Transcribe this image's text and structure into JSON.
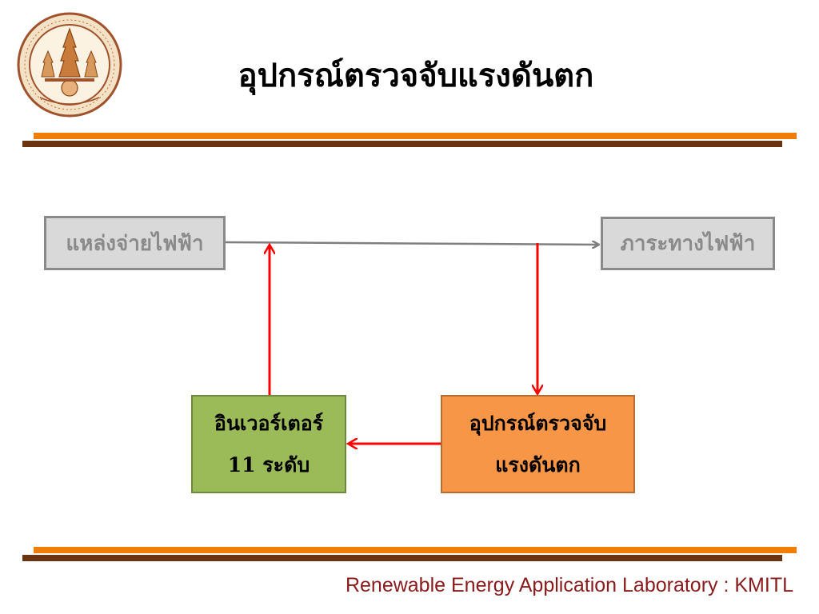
{
  "slide": {
    "title": "อุปกรณ์ตรวจจับแรงดันตก"
  },
  "diagram": {
    "source_label": "แหล่งจ่ายไฟฟ้า",
    "load_label": "ภาระทางไฟฟ้า",
    "inverter_line1": "อินเวอร์เตอร์",
    "inverter_line2": "11 ระดับ",
    "detector_line1": "อุปกรณ์ตรวจจับ",
    "detector_line2": "แรงดันตก"
  },
  "colors": {
    "accent_orange": "#f07e06",
    "accent_brown": "#6b3410",
    "arrow_red": "#ff0000",
    "line_gray": "#7f7f7f",
    "inverter_green": "#9bbb59",
    "detector_orange": "#f79646",
    "footer_red": "#8b1a1a"
  },
  "footer": {
    "text": "Renewable Energy Application Laboratory : KMITL"
  }
}
